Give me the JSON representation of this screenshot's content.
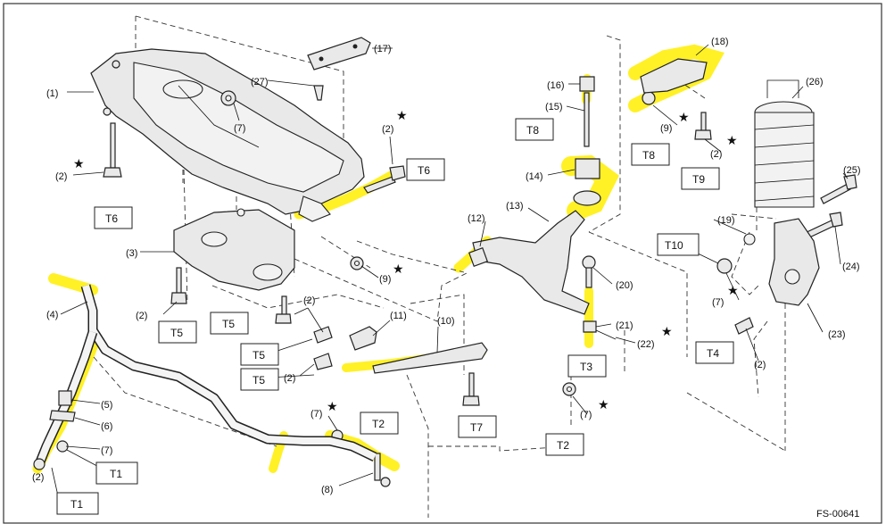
{
  "callouts": {
    "c1": "(1)",
    "c2a": "(2)",
    "c2b": "(2)",
    "c2c": "(2)",
    "c2d": "(2)",
    "c2e": "(2)",
    "c2f": "(2)",
    "c2g": "(2)",
    "c2h": "(2)",
    "c3": "(3)",
    "c4": "(4)",
    "c5": "(5)",
    "c6": "(6)",
    "c7a": "(7)",
    "c7b": "(7)",
    "c7c": "(7)",
    "c7d": "(7)",
    "c7e": "(7)",
    "c8": "(8)",
    "c9a": "(9)",
    "c9b": "(9)",
    "c10": "(10)",
    "c11": "(11)",
    "c12": "(12)",
    "c13": "(13)",
    "c14": "(14)",
    "c15": "(15)",
    "c16": "(16)",
    "c17": "(17)",
    "c18": "(18)",
    "c19": "(19)",
    "c20": "(20)",
    "c21": "(21)",
    "c22": "(22)",
    "c23": "(23)",
    "c24": "(24)",
    "c25": "(25)",
    "c26": "(26)",
    "c27": "(27)"
  },
  "torque": {
    "t1a": "T1",
    "t1b": "T1",
    "t2a": "T2",
    "t2b": "T2",
    "t3": "T3",
    "t4": "T4",
    "t5a": "T5",
    "t5b": "T5",
    "t5c": "T5",
    "t5d": "T5",
    "t6a": "T6",
    "t6b": "T6",
    "t7": "T7",
    "t8a": "T8",
    "t8b": "T8",
    "t9": "T9",
    "t10": "T10"
  },
  "star": "★",
  "figure_code": "FS-00641",
  "colors": {
    "highlight": "#ffee00",
    "line": "#222222",
    "part_fill": "#e9e9e9"
  }
}
